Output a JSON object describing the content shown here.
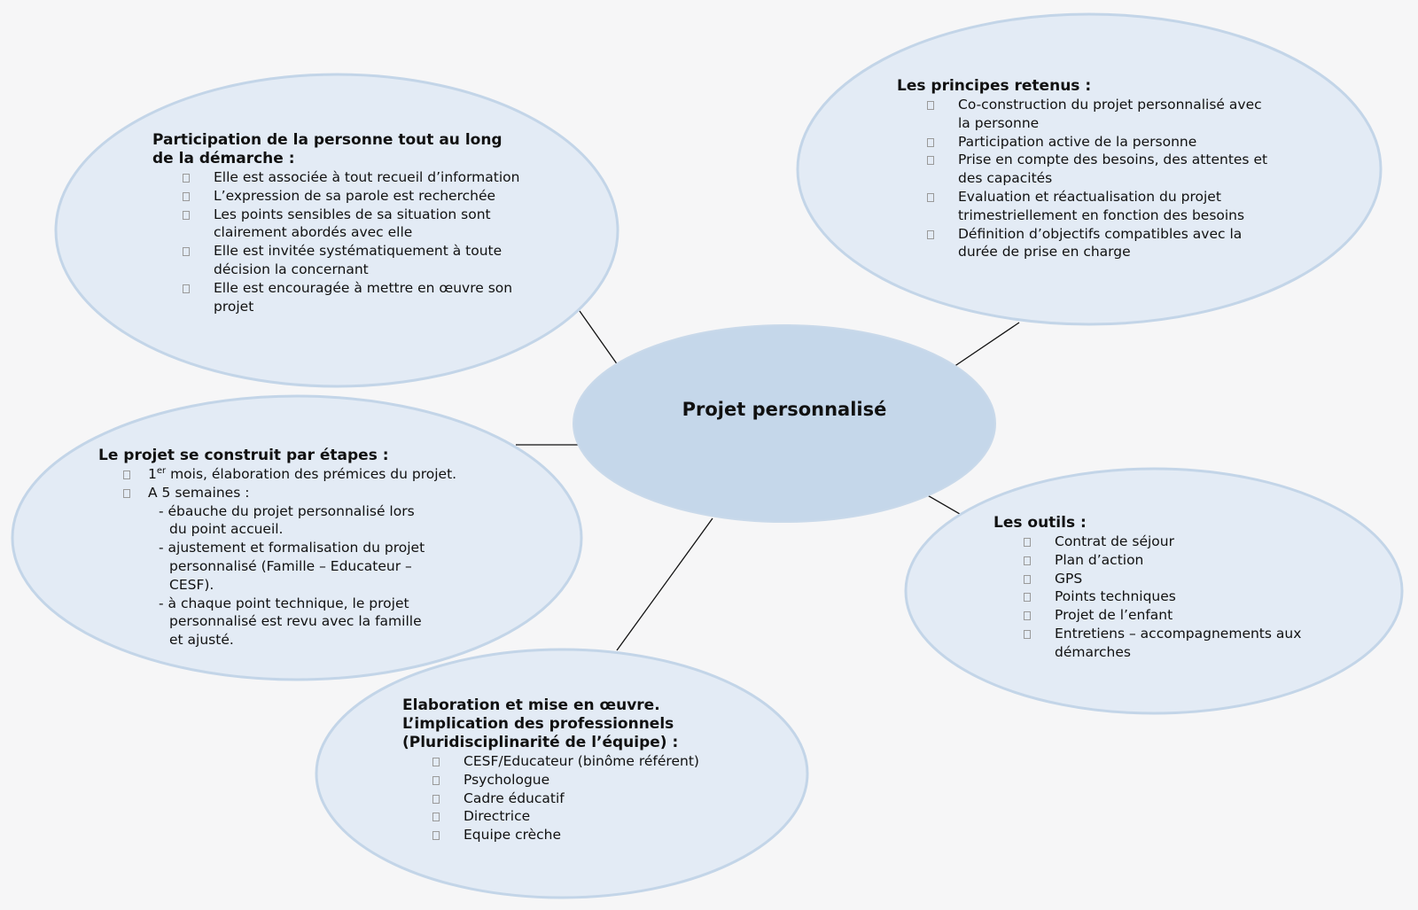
{
  "center": {
    "title": "Projet personnalisé"
  },
  "participation": {
    "heading": "Participation de la personne tout au long de la démarche :",
    "items": [
      "Elle est associée à tout recueil d’information",
      "L’expression de sa parole est recherchée",
      "Les points sensibles de sa situation sont clairement abordés avec elle",
      "Elle est invitée systématiquement à toute décision la concernant",
      "Elle est encouragée à mettre en œuvre son projet"
    ]
  },
  "principes": {
    "heading": "Les principes retenus :",
    "items": [
      "Co-construction du projet personnalisé avec la personne",
      "Participation active de la personne",
      "Prise en compte des besoins, des attentes et des capacités",
      "Evaluation et réactualisation du projet trimestriellement en fonction des besoins",
      "Définition d’objectifs compatibles avec la durée de prise en charge"
    ]
  },
  "etapes": {
    "heading": "Le projet se construit par étapes :",
    "item1_num": "1",
    "item1_sup": "er",
    "item1_rest": " mois, élaboration des prémices du projet.",
    "item2": "A 5 semaines :",
    "subitems": [
      "- ébauche du projet personnalisé lors du point accueil.",
      "- ajustement et formalisation du projet personnalisé (Famille – Educateur – CESF).",
      "- à chaque point technique, le projet personnalisé est revu avec la famille et ajusté."
    ]
  },
  "outils": {
    "heading": "Les outils :",
    "items": [
      "Contrat de séjour",
      "Plan d’action",
      "GPS",
      "Points techniques",
      "Projet de l’enfant",
      "Entretiens – accompagnements aux démarches"
    ]
  },
  "elaboration": {
    "heading_line1": "Elaboration et mise en œuvre.",
    "heading_line2": "L’implication des professionnels",
    "heading_line3": "(Pluridisciplinarité de l’équipe) :",
    "items": [
      "CESF/Educateur (binôme référent)",
      "Psychologue",
      "Cadre éducatif",
      "Directrice",
      "Equipe crèche"
    ]
  }
}
